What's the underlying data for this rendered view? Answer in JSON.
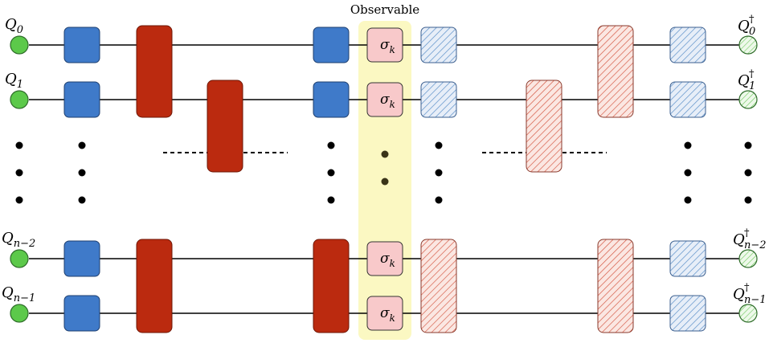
{
  "title": "Observable",
  "observable_symbol": {
    "base": "σ",
    "sub": "k"
  },
  "qubits_left": [
    {
      "base": "Q",
      "sub": "0"
    },
    {
      "base": "Q",
      "sub": "1"
    },
    {
      "base": "Q",
      "sub": "n−2"
    },
    {
      "base": "Q",
      "sub": "n−1"
    }
  ],
  "qubits_right": [
    {
      "base": "Q",
      "sup": "†",
      "sub": "0"
    },
    {
      "base": "Q",
      "sup": "†",
      "sub": "1"
    },
    {
      "base": "Q",
      "sup": "†",
      "sub": "n−2"
    },
    {
      "base": "Q",
      "sup": "†",
      "sub": "n−1"
    }
  ],
  "colors": {
    "single_gate": "#3f7ac9",
    "two_gate": "#bb2a0f",
    "observable_band": "#fbf8c2",
    "observable_gate": "#f8c9ca",
    "qubit_in": "#5cc94a",
    "qubit_out_hatch": "#6fc85e",
    "blue_hatch": "#4d86c4",
    "red_hatch": "#d3543f",
    "wire": "#000000"
  }
}
